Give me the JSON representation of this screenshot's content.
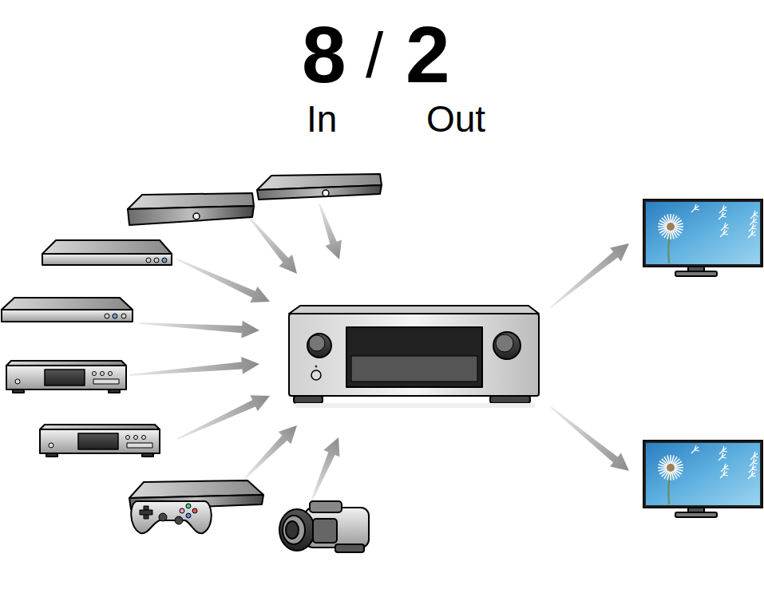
{
  "diagram": {
    "labels": [
      "8",
      "/",
      "2",
      "In",
      "Out"
    ]
  }
}
